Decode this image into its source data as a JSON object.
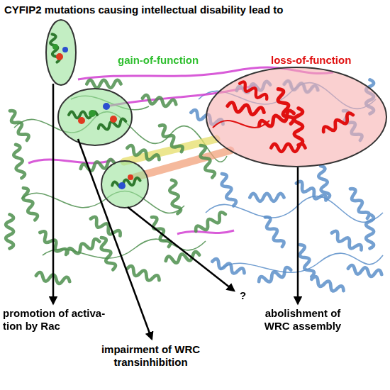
{
  "diagram": {
    "title": "CYFIP2 mutations causing intellectual disability lead to",
    "labels": [
      "gain-of-function",
      "loss-of-function",
      "promotion of activa- tion by Rac",
      "impairment of WRC transinhibition",
      "?",
      "abolishment of WRC assembly"
    ]
  }
}
